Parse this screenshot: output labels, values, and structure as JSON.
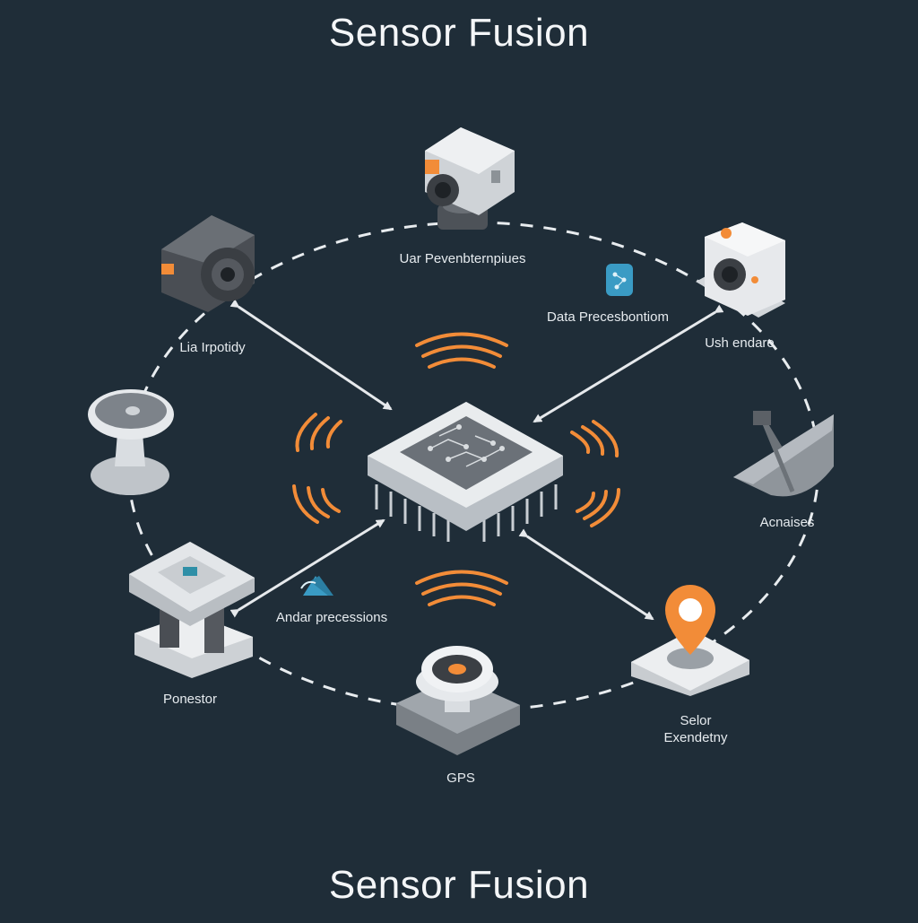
{
  "title_top": "Sensor Fusion",
  "title_bottom": "Sensor Fusion",
  "labels": {
    "top_camera": "Uar Pevenbternpiues",
    "data_processing": "Data Precesbontiom",
    "left_camera": "Lia Irpotidy",
    "right_camera": "Ush endare",
    "antenna": "Acnaises",
    "radar_processing": "Andar precessions",
    "bottom_left_sensor": "Ponestor",
    "gps": "GPS",
    "location_line1": "Selor",
    "location_line2": "Exendetny"
  },
  "colors": {
    "background": "#1f2d38",
    "accent_orange": "#f28c38",
    "device_light": "#e4e7ea",
    "device_dark": "#4a4f55",
    "icon_teal": "#3a9bc4",
    "arrow": "#e6e9ec"
  },
  "icons": [
    "camera-icon",
    "cpu-chip-icon",
    "satellite-dish-icon",
    "map-pin-icon",
    "gps-sensor-icon",
    "network-icon",
    "radar-icon"
  ]
}
